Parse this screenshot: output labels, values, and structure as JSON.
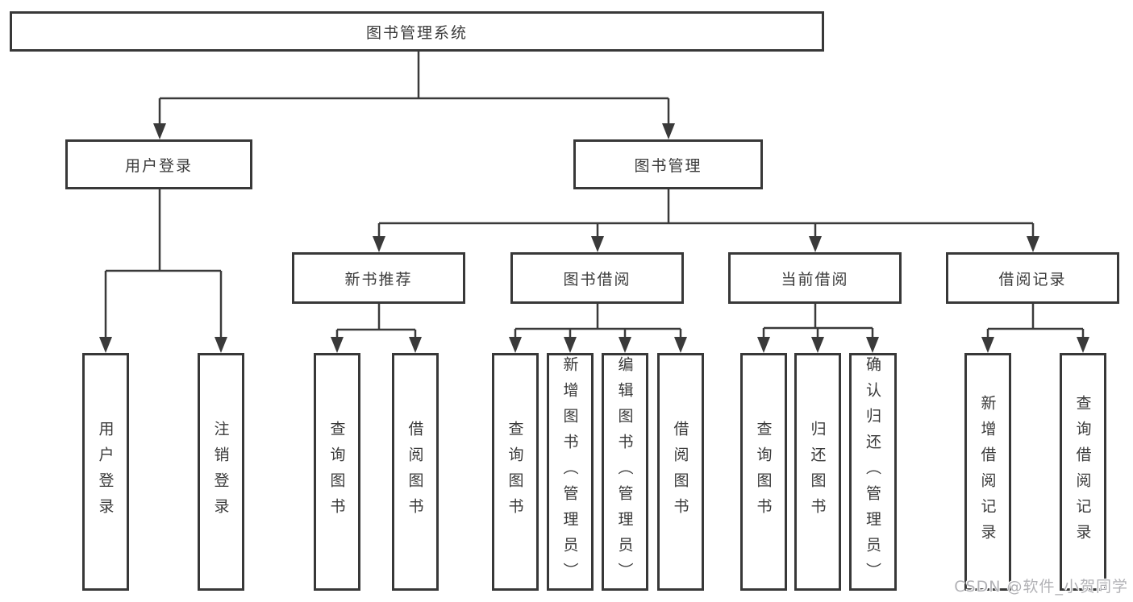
{
  "diagram": {
    "title": "图书管理系统",
    "root": {
      "label": "图书管理系统"
    },
    "branches": [
      {
        "label": "用户登录",
        "children": [
          {
            "label": "用户登录"
          },
          {
            "label": "注销登录"
          }
        ]
      },
      {
        "label": "图书管理",
        "children": [
          {
            "label": "新书推荐",
            "children": [
              {
                "label": "查询图书"
              },
              {
                "label": "借阅图书"
              }
            ]
          },
          {
            "label": "图书借阅",
            "children": [
              {
                "label": "查询图书"
              },
              {
                "label": "新增图书（管理员）"
              },
              {
                "label": "编辑图书（管理员）"
              },
              {
                "label": "借阅图书"
              }
            ]
          },
          {
            "label": "当前借阅",
            "children": [
              {
                "label": "查询图书"
              },
              {
                "label": "归还图书"
              },
              {
                "label": "确认归还（管理员）"
              }
            ]
          },
          {
            "label": "借阅记录",
            "children": [
              {
                "label": "新增借阅记录"
              },
              {
                "label": "查询借阅记录"
              }
            ]
          }
        ]
      }
    ]
  },
  "watermark": {
    "text": "CSDN @软件_小贺同学"
  },
  "colors": {
    "background": "#ffffff",
    "box_fill": "#ffffff",
    "box_border": "#383838",
    "line": "#3a3a3a",
    "text": "#3a3a3a",
    "watermark": "#b2b2b6"
  }
}
